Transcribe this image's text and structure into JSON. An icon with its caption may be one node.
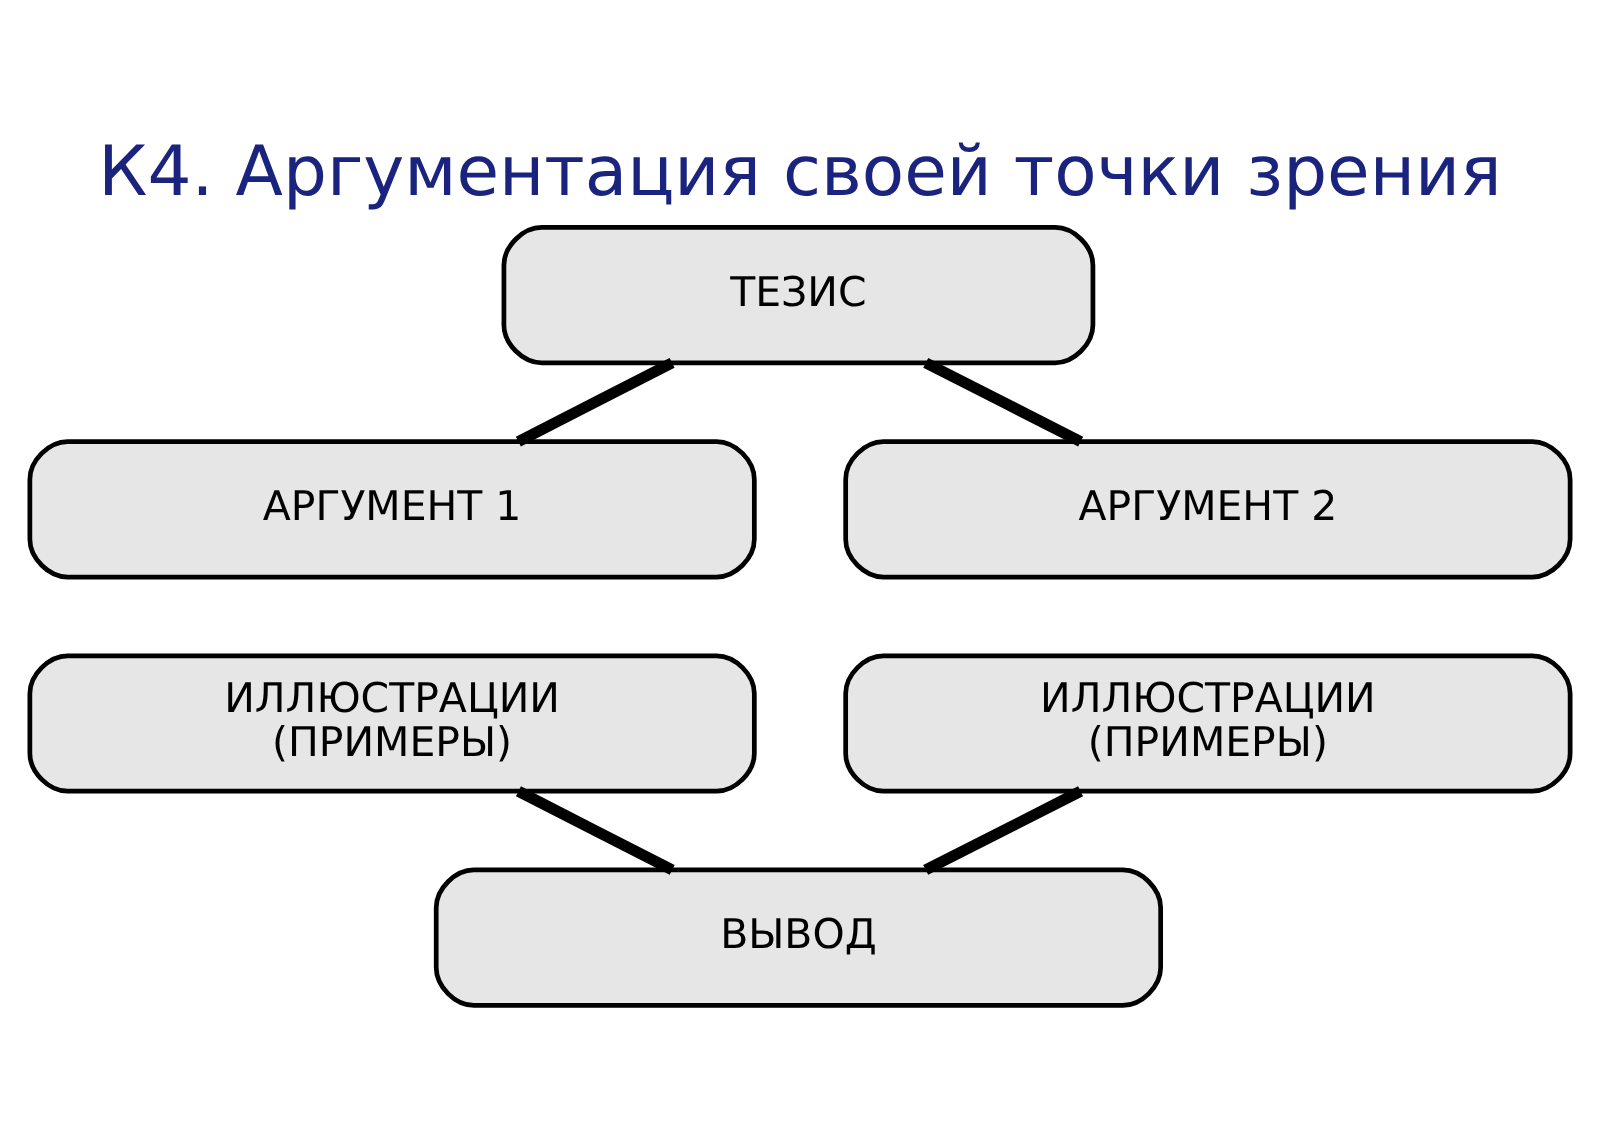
{
  "diagram": {
    "title": "К4. Аргументация своей точки зрения",
    "nodes": [
      {
        "text": [
          "ТЕЗИС"
        ]
      },
      {
        "text": [
          "АРГУМЕНТ 1"
        ]
      },
      {
        "text": [
          "АРГУМЕНТ 2"
        ]
      },
      {
        "text": [
          "ИЛЛЮСТРАЦИИ (ПРИМЕРЫ)"
        ]
      },
      {
        "text": [
          "ИЛЛЮСТРАЦИИ (ПРИМЕРЫ)"
        ]
      },
      {
        "text": [
          "ВЫВОД"
        ]
      }
    ],
    "edges": [
      {
        "from": 0,
        "to": 1,
        "arrow": "none"
      },
      {
        "from": 0,
        "to": 2,
        "arrow": "none"
      },
      {
        "from": 3,
        "to": 5,
        "arrow": "none"
      },
      {
        "from": 4,
        "to": 5,
        "arrow": "none"
      }
    ]
  }
}
